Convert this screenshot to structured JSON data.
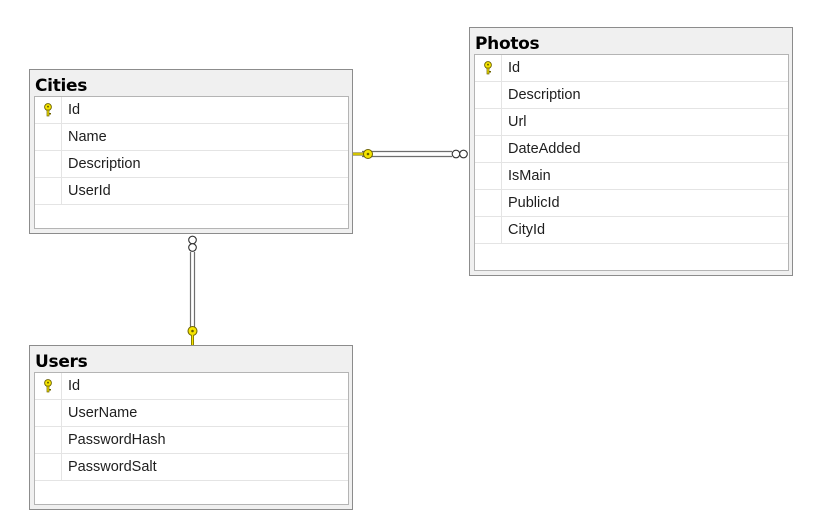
{
  "tables": {
    "cities": {
      "title": "Cities",
      "columns": [
        {
          "name": "Id",
          "primary_key": true
        },
        {
          "name": "Name",
          "primary_key": false
        },
        {
          "name": "Description",
          "primary_key": false
        },
        {
          "name": "UserId",
          "primary_key": false
        }
      ]
    },
    "photos": {
      "title": "Photos",
      "columns": [
        {
          "name": "Id",
          "primary_key": true
        },
        {
          "name": "Description",
          "primary_key": false
        },
        {
          "name": "Url",
          "primary_key": false
        },
        {
          "name": "DateAdded",
          "primary_key": false
        },
        {
          "name": "IsMain",
          "primary_key": false
        },
        {
          "name": "PublicId",
          "primary_key": false
        },
        {
          "name": "CityId",
          "primary_key": false
        }
      ]
    },
    "users": {
      "title": "Users",
      "columns": [
        {
          "name": "Id",
          "primary_key": true
        },
        {
          "name": "UserName",
          "primary_key": false
        },
        {
          "name": "PasswordHash",
          "primary_key": false
        },
        {
          "name": "PasswordSalt",
          "primary_key": false
        }
      ]
    }
  },
  "relationships": [
    {
      "from": "photos",
      "to": "cities",
      "from_end": "many",
      "to_end": "one"
    },
    {
      "from": "cities",
      "to": "users",
      "from_end": "many",
      "to_end": "one"
    }
  ],
  "colors": {
    "key_fill": "#f5e400",
    "key_outline": "#6b6100",
    "line": "#6e6e6e",
    "header_bg": "#f0f0f0"
  },
  "icons": {
    "primary_key": "key-icon",
    "one_end": "key-icon",
    "many_end": "infinity-icon"
  }
}
